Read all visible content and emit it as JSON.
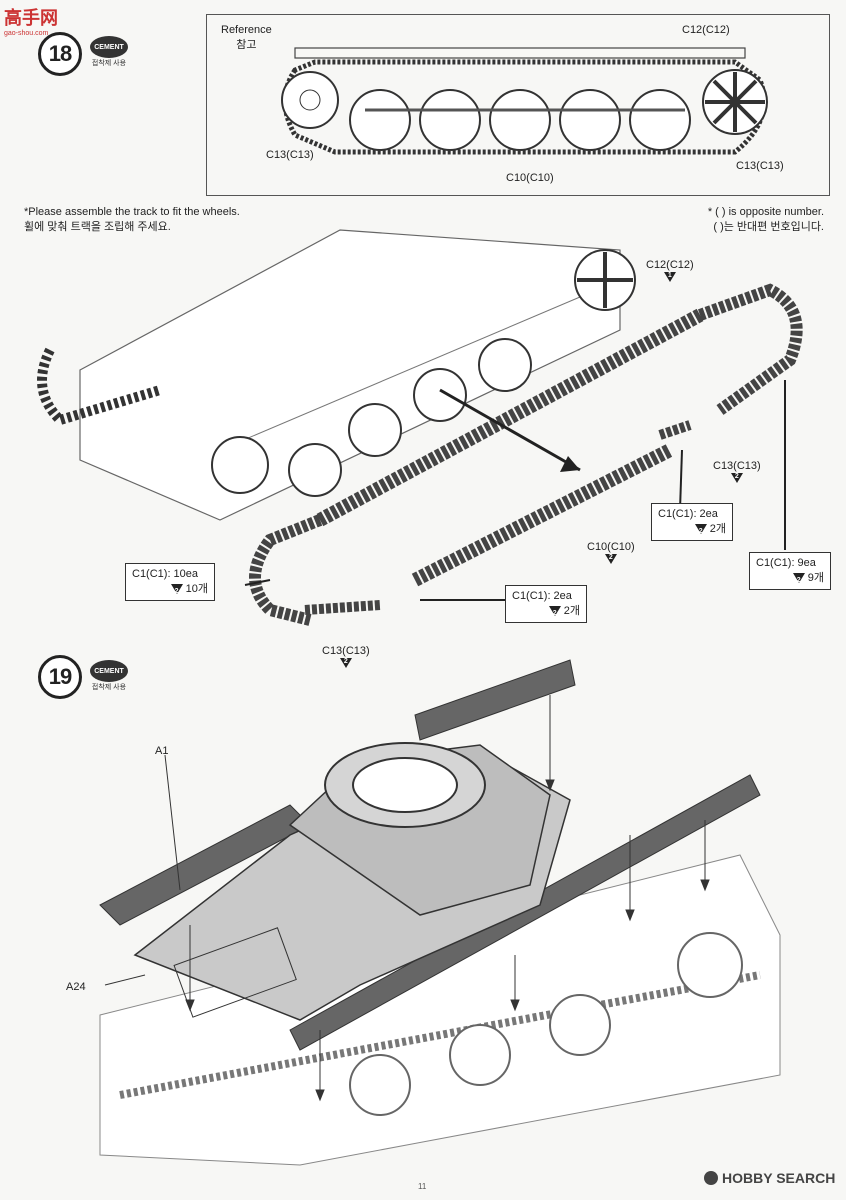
{
  "site_logo": {
    "text": "高手网",
    "sub": "gao-shou.com"
  },
  "step18": {
    "number": "18",
    "cement_label": "CEMENT",
    "cement_text": "접착제 사용",
    "reference": {
      "en": "Reference",
      "ko": "참고"
    },
    "ref_parts": {
      "top": "C12(C12)",
      "left": "C13(C13)",
      "right": "C13(C13)",
      "bottom": "C10(C10)"
    },
    "note_left_en": "*Please assemble the track to fit the wheels.",
    "note_left_ko": "휠에 맞춰 트랙을 조립해 주세요.",
    "note_right_en": "* (   ) is opposite number.",
    "note_right_ko": "(   )는 반대편 번호입니다.",
    "parts": [
      {
        "label": "C12(C12)",
        "tag": "1"
      },
      {
        "label": "C13(C13)",
        "tag": "2"
      },
      {
        "label": "C10(C10)",
        "tag": "2"
      },
      {
        "label": "C13(C13)",
        "tag": "2"
      }
    ],
    "qty_boxes": [
      {
        "line1": "C1(C1): 2ea",
        "tag": "2",
        "line2": "2개"
      },
      {
        "line1": "C1(C1): 9ea",
        "tag": "2",
        "line2": "9개"
      },
      {
        "line1": "C1(C1): 10ea",
        "tag": "2",
        "line2": "10개"
      },
      {
        "line1": "C1(C1): 2ea",
        "tag": "2",
        "line2": "2개"
      }
    ]
  },
  "step19": {
    "number": "19",
    "cement_label": "CEMENT",
    "cement_text": "접착제 사용",
    "parts": [
      {
        "label": "A1"
      },
      {
        "label": "A24"
      }
    ]
  },
  "footer": {
    "page_number": "11",
    "watermark": "HOBBY SEARCH"
  }
}
